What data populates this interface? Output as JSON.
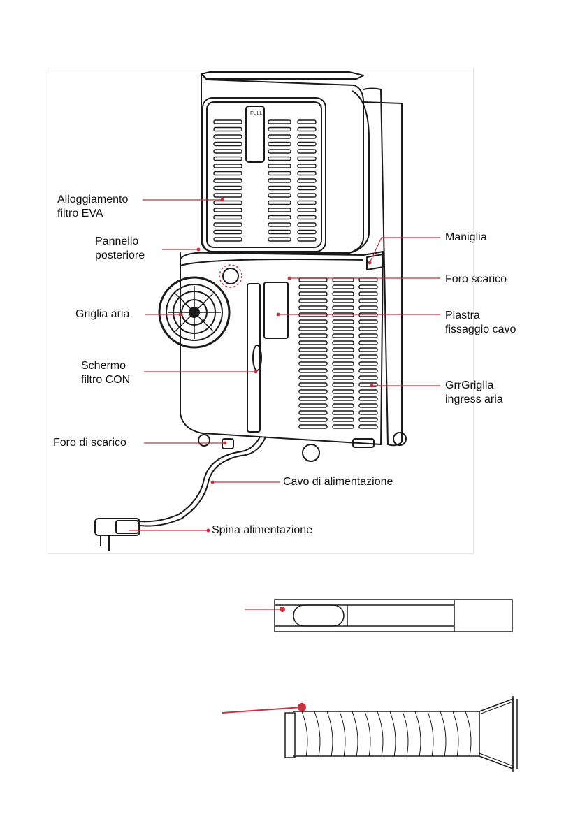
{
  "diagram": {
    "labels": {
      "eva_filter": "Alloggiamento\nfiltro EVA",
      "rear_panel": "Pannello\nposteriore",
      "air_grille": "Griglia aria",
      "con_filter": "Schermo\nfiltro CON",
      "drain_hole_bottom": "Foro di scarico",
      "handle": "Maniglia",
      "drain_hole": "Foro scarico",
      "cable_plate": "Piastra\nfissaggio cavo",
      "intake_grille": "GrrGriglia\ningress aria",
      "power_cable": "Cavo di alimentazione",
      "power_plug": "Spina alimentazione",
      "fan_grille_text": "FULL"
    },
    "colors": {
      "leader": "#c8323c",
      "outline": "#1a1a1a"
    }
  }
}
